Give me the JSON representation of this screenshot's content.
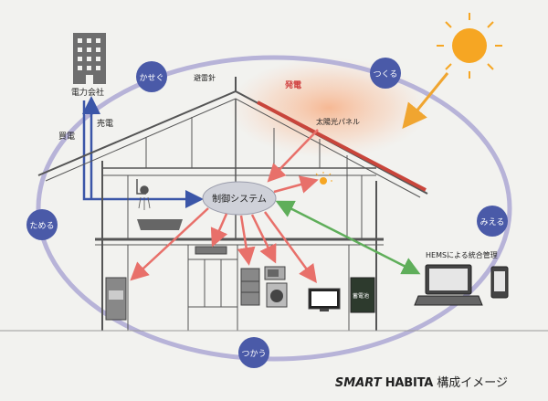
{
  "diagram": {
    "center": "制御システム",
    "power_company": "電力会社",
    "sell_power": "売電",
    "buy_power": "買電",
    "lightning_rod": "避雷針",
    "generation": "発電",
    "solar_panel": "太陽光パネル",
    "hems": "HEMSによる統合管理",
    "battery_label": "蓄電池",
    "cycle": {
      "kasegu": "かせぐ",
      "tsukuru": "つくる",
      "tameru": "ためる",
      "mieru": "みえる",
      "tsukau": "つかう"
    }
  },
  "caption": {
    "smart": "SMART",
    "habita": "HABITA",
    "rest": "構成イメージ"
  },
  "colors": {
    "ellipse": "#b7b3d8",
    "bubble": "#4a5aa8",
    "red_arrow": "#e8706a",
    "green_arrow": "#5fae5a",
    "sun": "#f6a623",
    "roof": "#c9453b",
    "blue_line": "#3b56a8"
  }
}
